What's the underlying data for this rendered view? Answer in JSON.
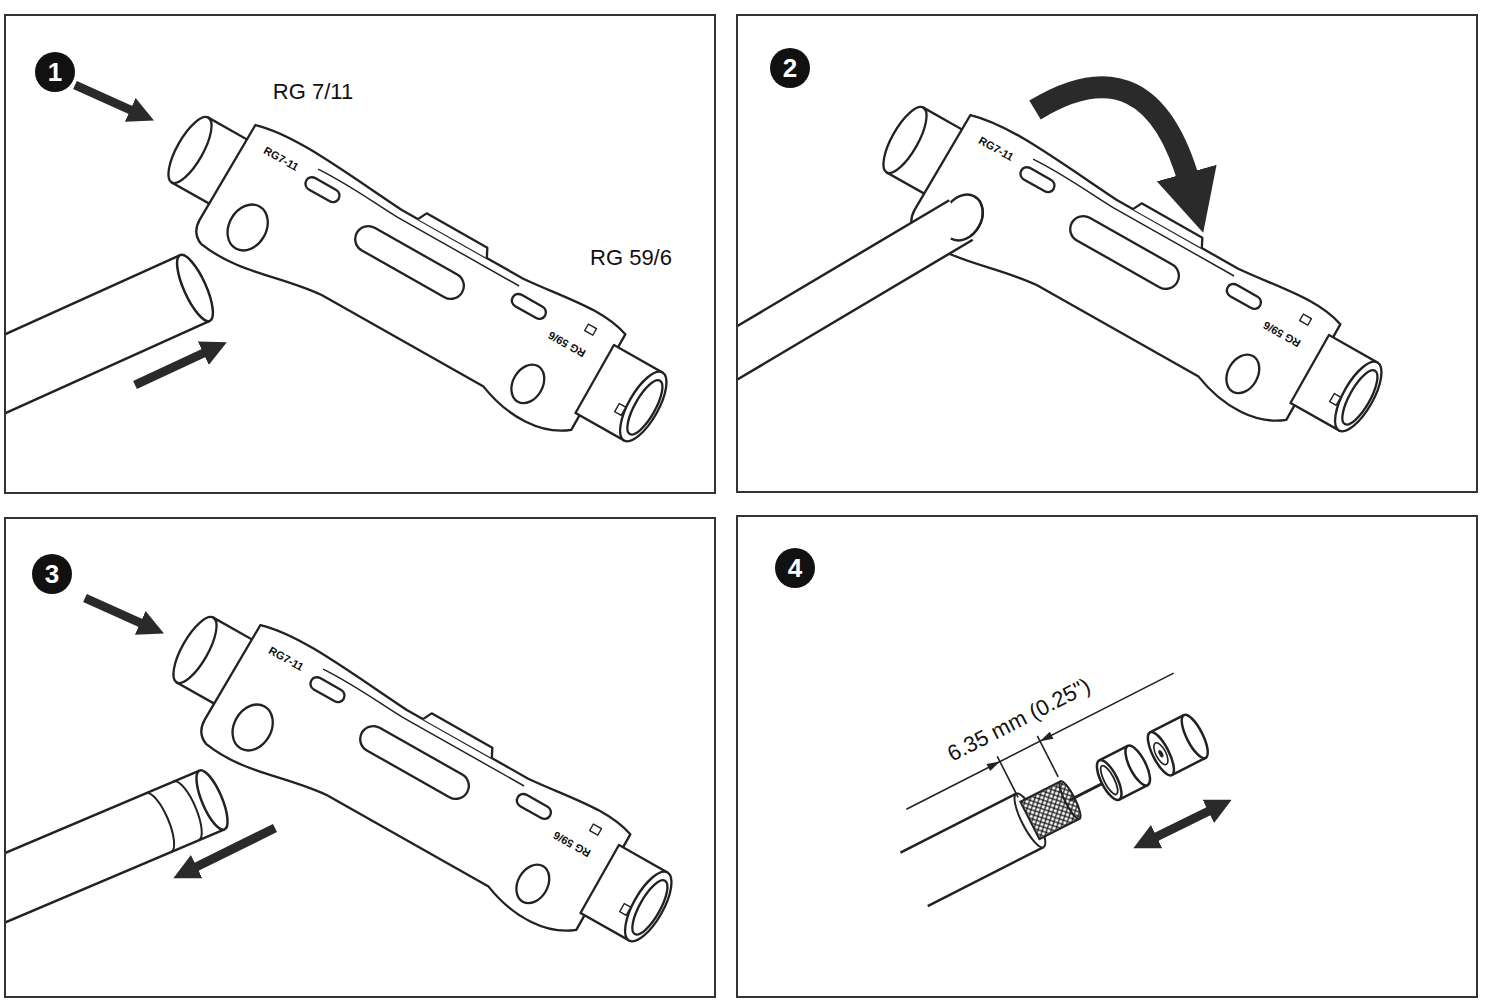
{
  "diagram": {
    "nodes": [
      {
        "text": [
          "1"
        ]
      },
      {
        "text": [
          "2"
        ]
      },
      {
        "text": [
          "3"
        ]
      },
      {
        "text": [
          "4"
        ]
      }
    ],
    "labels": [
      "RG 7/11",
      "RG 59/6",
      "RG7-11",
      "RG 59/6",
      "RG7-11",
      "RG 59/6",
      "RG7-11",
      "RG 59/6",
      "6.35 mm (0.25\")"
    ]
  }
}
